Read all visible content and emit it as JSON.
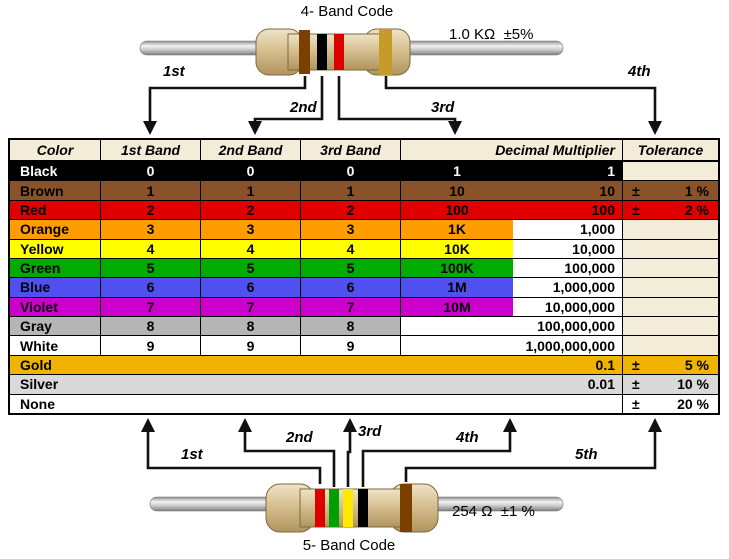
{
  "top": {
    "title": "4- Band Code",
    "value": "1.0 KΩ  ±5%",
    "arrows": [
      "1st",
      "2nd",
      "3rd",
      "4th"
    ],
    "bands": [
      {
        "name": "brown",
        "hex": "#7b3f00"
      },
      {
        "name": "black",
        "hex": "#000000"
      },
      {
        "name": "red",
        "hex": "#dd0000"
      },
      {
        "name": "gold",
        "hex": "#c79a2a"
      }
    ]
  },
  "bottom": {
    "title": "5- Band Code",
    "value": "254 Ω  ±1 %",
    "arrows": [
      "1st",
      "2nd",
      "3rd",
      "4th",
      "5th"
    ],
    "bands": [
      {
        "name": "red",
        "hex": "#dd0000"
      },
      {
        "name": "green",
        "hex": "#00a000"
      },
      {
        "name": "yellow",
        "hex": "#ffe800"
      },
      {
        "name": "black",
        "hex": "#000000"
      },
      {
        "name": "brown",
        "hex": "#7b3f00"
      }
    ]
  },
  "table": {
    "headers": [
      "Color",
      "1st Band",
      "2nd Band",
      "3rd Band",
      "Decimal Multiplier",
      "Tolerance"
    ],
    "beige": "#f2ecd9",
    "rows": [
      {
        "label": "Black",
        "bg": "#000000",
        "fg": "#ffffff",
        "b1": "0",
        "b2": "0",
        "b3": "0",
        "mult_short": "1",
        "mult_long": "1",
        "mult_right": "row"
      },
      {
        "label": "Brown",
        "bg": "#8a5229",
        "fg": "#000000",
        "b1": "1",
        "b2": "1",
        "b3": "1",
        "mult_short": "10",
        "mult_long": "10",
        "mult_right": "row",
        "tol_pm": "±",
        "tol_val": "1 %",
        "tol_bg": "row"
      },
      {
        "label": "Red",
        "bg": "#e00000",
        "fg": "#000000",
        "b1": "2",
        "b2": "2",
        "b3": "2",
        "mult_short": "100",
        "mult_long": "100",
        "mult_right": "row",
        "tol_pm": "±",
        "tol_val": "2 %",
        "tol_bg": "row"
      },
      {
        "label": "Orange",
        "bg": "#ff9c00",
        "fg": "#000000",
        "b1": "3",
        "b2": "3",
        "b3": "3",
        "mult_short": "1K",
        "mult_long": "1,000"
      },
      {
        "label": "Yellow",
        "bg": "#ffff00",
        "fg": "#000000",
        "b1": "4",
        "b2": "4",
        "b3": "4",
        "mult_short": "10K",
        "mult_long": "10,000"
      },
      {
        "label": "Green",
        "bg": "#00ac00",
        "fg": "#000000",
        "b1": "5",
        "b2": "5",
        "b3": "5",
        "mult_short": "100K",
        "mult_long": "100,000"
      },
      {
        "label": "Blue",
        "bg": "#5050f0",
        "fg": "#000000",
        "b1": "6",
        "b2": "6",
        "b3": "6",
        "mult_short": "1M",
        "mult_long": "1,000,000"
      },
      {
        "label": "Violet",
        "bg": "#cc00cc",
        "fg": "#000000",
        "b1": "7",
        "b2": "7",
        "b3": "7",
        "mult_short": "10M",
        "mult_long": "10,000,000"
      },
      {
        "label": "Gray",
        "bg": "#b5b5b5",
        "fg": "#000000",
        "b1": "8",
        "b2": "8",
        "b3": "8",
        "mult_short": "",
        "mult_long": "100,000,000"
      },
      {
        "label": "White",
        "bg": "#ffffff",
        "fg": "#000000",
        "b1": "9",
        "b2": "9",
        "b3": "9",
        "mult_short": "",
        "mult_long": "1,000,000,000"
      },
      {
        "label": "Gold",
        "bg": "#f0b400",
        "fg": "#000000",
        "span": true,
        "mult_long": "0.1",
        "tol_pm": "±",
        "tol_val": "5 %",
        "tol_bg": "row"
      },
      {
        "label": "Silver",
        "bg": "#d9d9d9",
        "fg": "#000000",
        "span": true,
        "mult_long": "0.01",
        "tol_pm": "±",
        "tol_val": "10 %",
        "tol_bg": "row"
      },
      {
        "label": "None",
        "bg": "#ffffff",
        "fg": "#000000",
        "span": true,
        "mult_long": "",
        "tol_pm": "±",
        "tol_val": "20 %",
        "tol_bg": "#ffffff"
      }
    ]
  }
}
